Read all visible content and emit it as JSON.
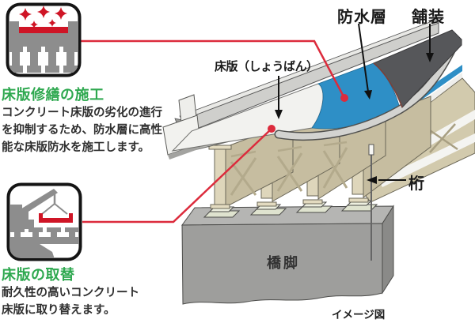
{
  "colors": {
    "accent_green": "#2ea84f",
    "accent_red": "#dc2b3c",
    "icon_red": "#cf1526",
    "waterproof_blue": "#2e8fc6",
    "pavement_gray": "#56575a",
    "girder_beige": "#ded6bb",
    "pier_gray": "#9e9e9c"
  },
  "left_panel": {
    "sections": [
      {
        "icon": "deck-waterproofing-icon",
        "heading": "床版修繕の施工",
        "body_lines": [
          "コンクリート床版の劣化の進行",
          "を抑制するため、防水層に高性",
          "能な床版防水を施工します。"
        ]
      },
      {
        "icon": "deck-replacement-icon",
        "heading": "床版の取替",
        "body_lines": [
          "耐久性の高いコンクリート",
          "床版に取り替えます。"
        ]
      }
    ]
  },
  "diagram": {
    "labels": {
      "waterproof_layer": "防水層",
      "pavement": "舗装",
      "deck": "床版（しょうばん）",
      "girder": "桁",
      "pier": "橋脚"
    },
    "caption": "イメージ図"
  }
}
